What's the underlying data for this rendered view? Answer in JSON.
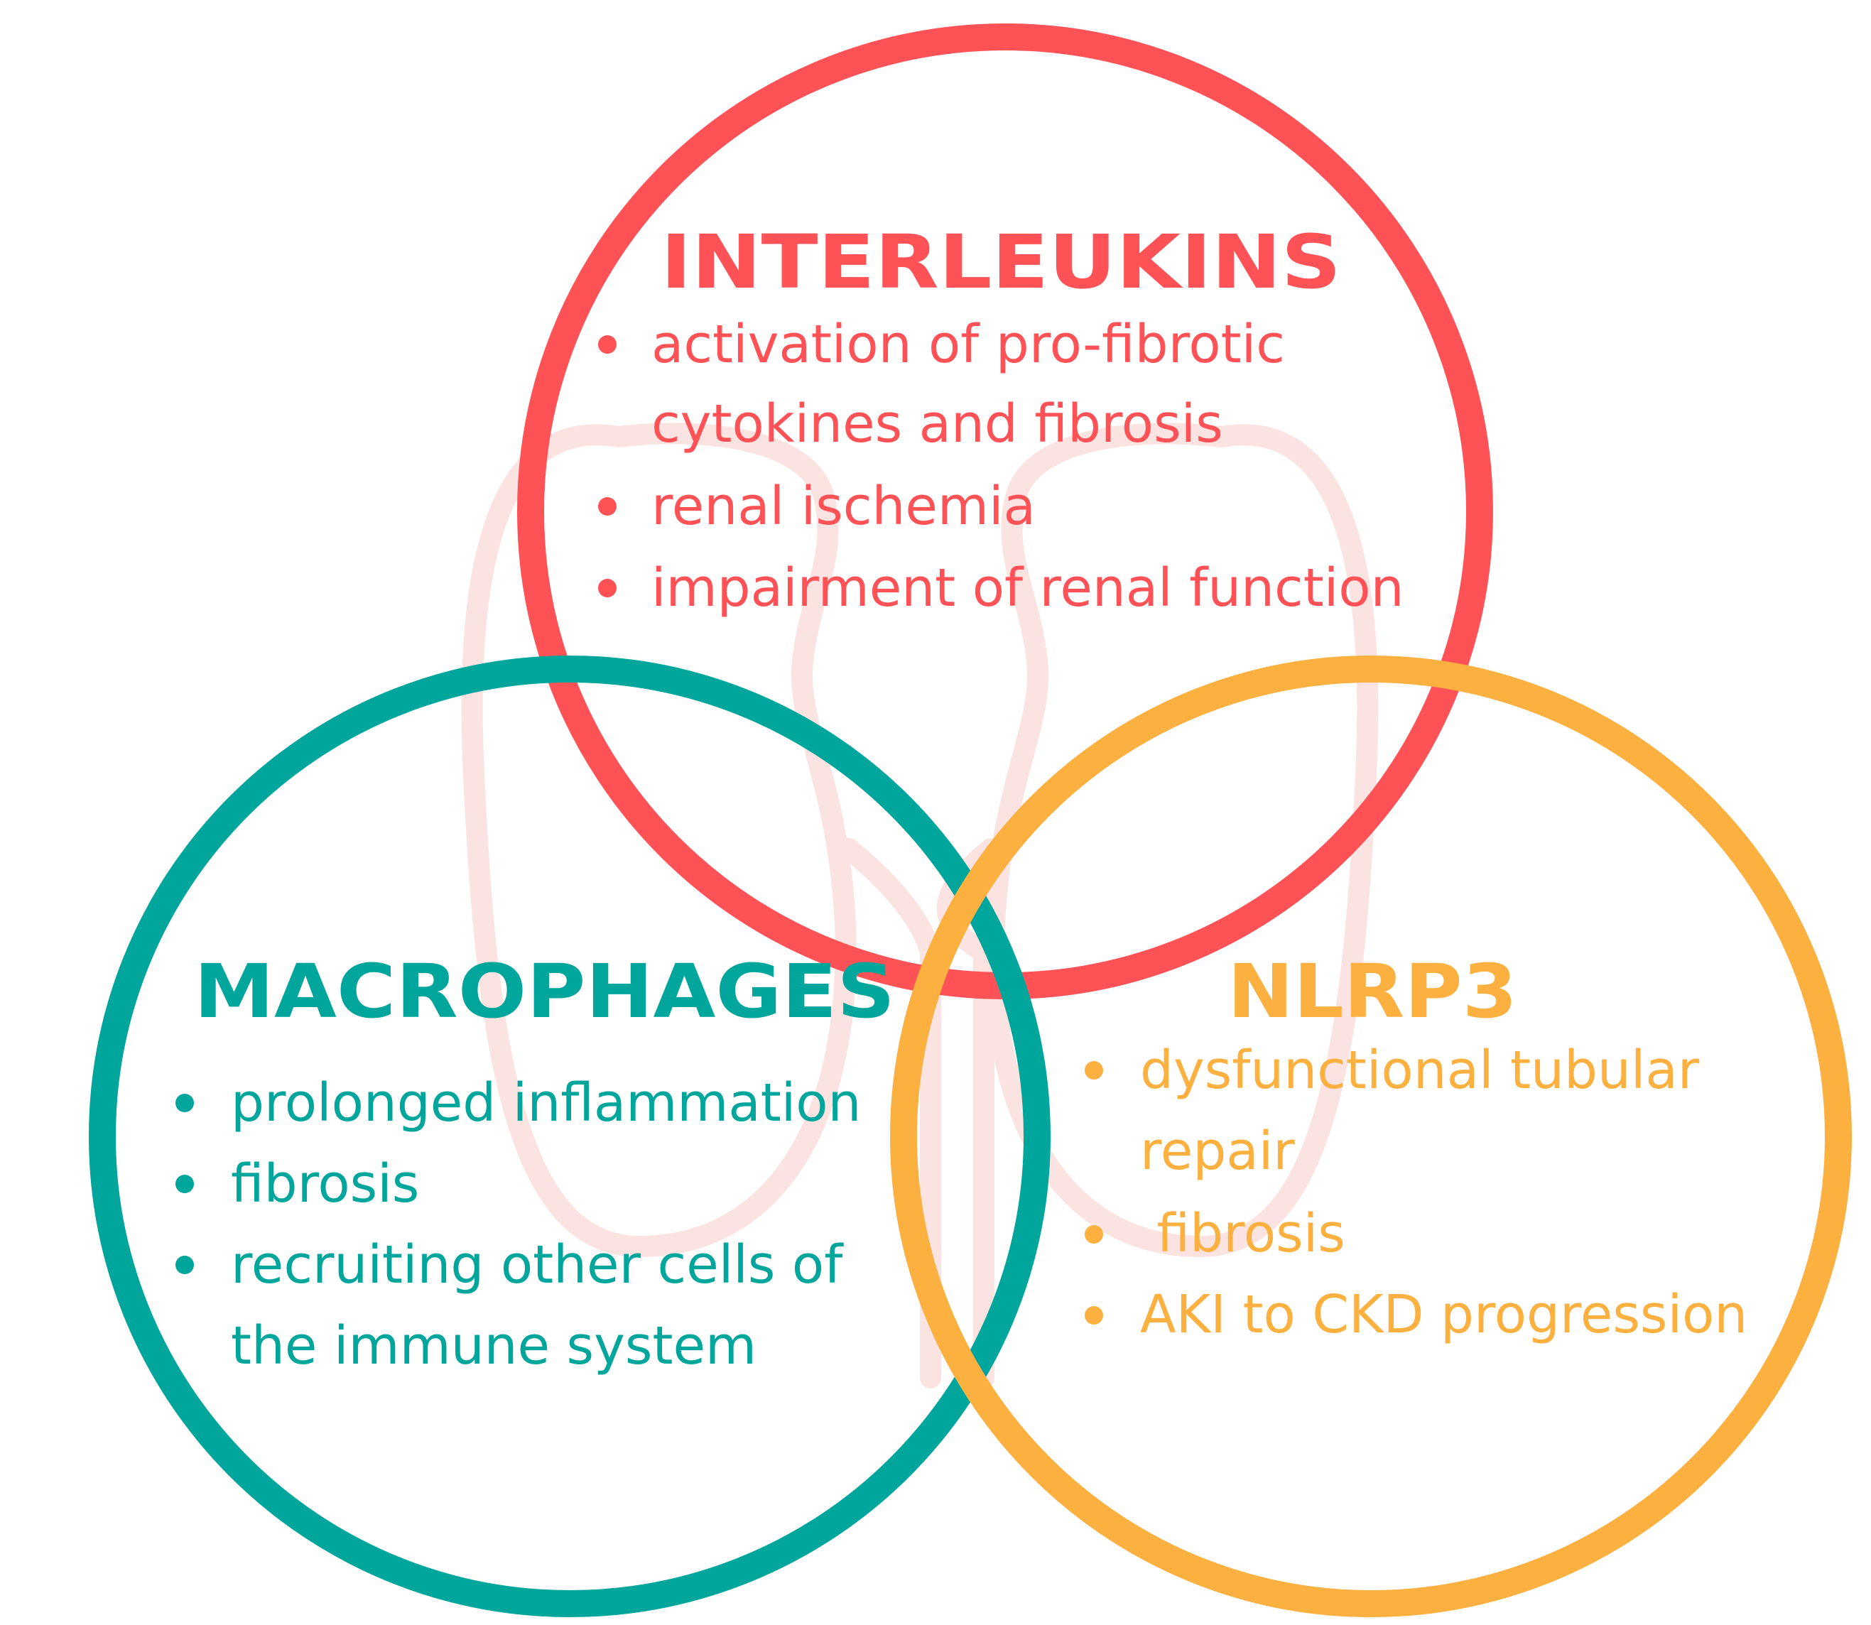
{
  "colors": {
    "interleukins": "#ff5257",
    "macrophages": "#00a69c",
    "nlrp3": "#fbb040",
    "kidney": "#fbe3e1"
  },
  "circles": [
    {
      "id": "interleukins",
      "title": "INTERLEUKINS",
      "items": [
        [
          "activation of  pro-fibrotic",
          "cytokines and fibrosis"
        ],
        [
          "renal ischemia"
        ],
        [
          "impairment of  renal function"
        ]
      ]
    },
    {
      "id": "macrophages",
      "title": "MACROPHAGES",
      "items": [
        [
          "prolonged inflammation"
        ],
        [
          "fibrosis"
        ],
        [
          "recruiting other cells of",
          "the immune system"
        ]
      ]
    },
    {
      "id": "nlrp3",
      "title": "NLRP3",
      "items": [
        [
          "dysfunctional tubular",
          "repair"
        ],
        [
          " fibrosis"
        ],
        [
          "AKI to CKD progression"
        ]
      ]
    }
  ]
}
